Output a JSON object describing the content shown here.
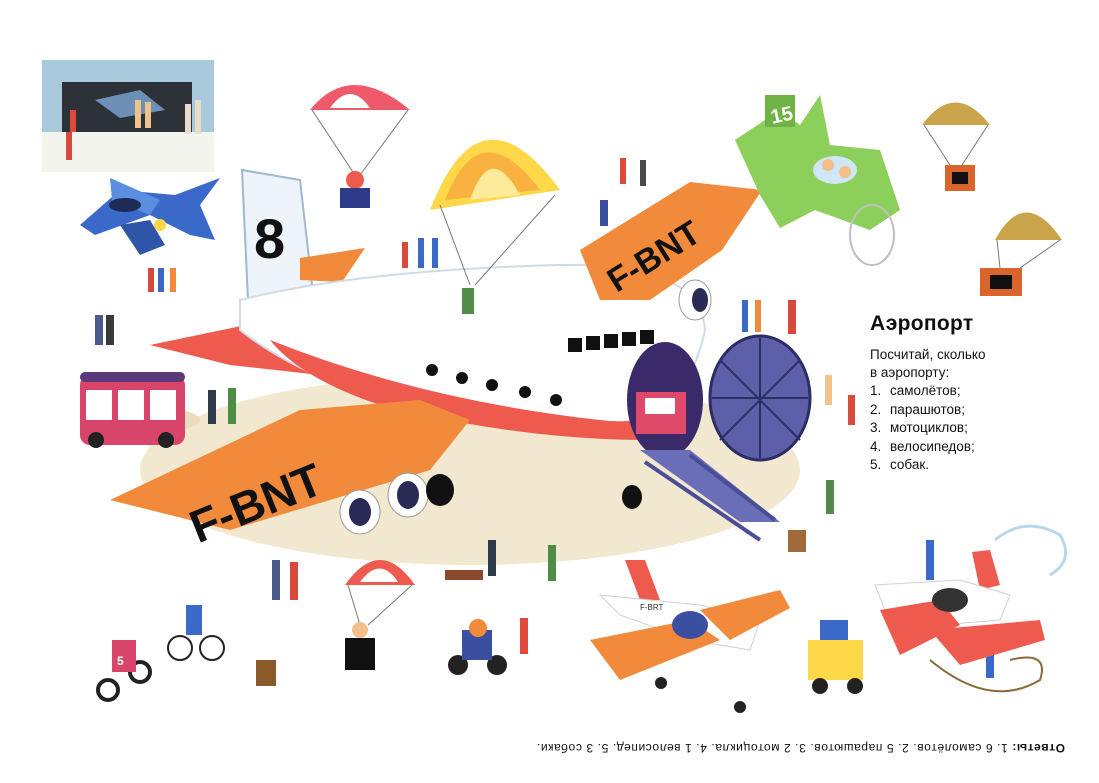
{
  "scene": {
    "plane_big_tail_number": "8",
    "plane_big_reg": "F-BNT",
    "plane_green_number": "15",
    "plane_small_reg": "F-BRT",
    "moto_number": "5"
  },
  "text": {
    "title": "Аэропорт",
    "intro_line1": "Посчитай, сколько",
    "intro_line2": "в аэропорту:",
    "items": [
      {
        "num": "1.",
        "label": "самолётов;"
      },
      {
        "num": "2.",
        "label": "парашютов;"
      },
      {
        "num": "3.",
        "label": "мотоциклов;"
      },
      {
        "num": "4.",
        "label": "велосипедов;"
      },
      {
        "num": "5.",
        "label": "собак."
      }
    ]
  },
  "answers": {
    "label": "Ответы:",
    "text": "1. 6 самолётов. 2. 5 парашютов. 3. 2 мотоцикла. 4. 1 велосипед. 5. 3 собаки."
  },
  "colors": {
    "orange": "#f28a3c",
    "red": "#ef5a4f",
    "green": "#8ccf5a",
    "blue": "#3b69c9",
    "yellow": "#ffd84a"
  }
}
